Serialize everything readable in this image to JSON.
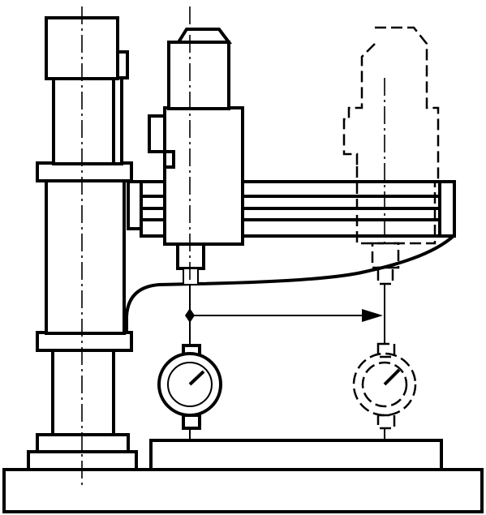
{
  "figure": {
    "subject": "radial-drill-spindle-runout-check",
    "colors": {
      "line": "#000000",
      "background": "#ffffff"
    },
    "positions": [
      "reference",
      "swung"
    ],
    "icons": [
      "dial-indicator-icon",
      "dial-indicator-ghost-icon",
      "arrow-head-icon"
    ]
  }
}
